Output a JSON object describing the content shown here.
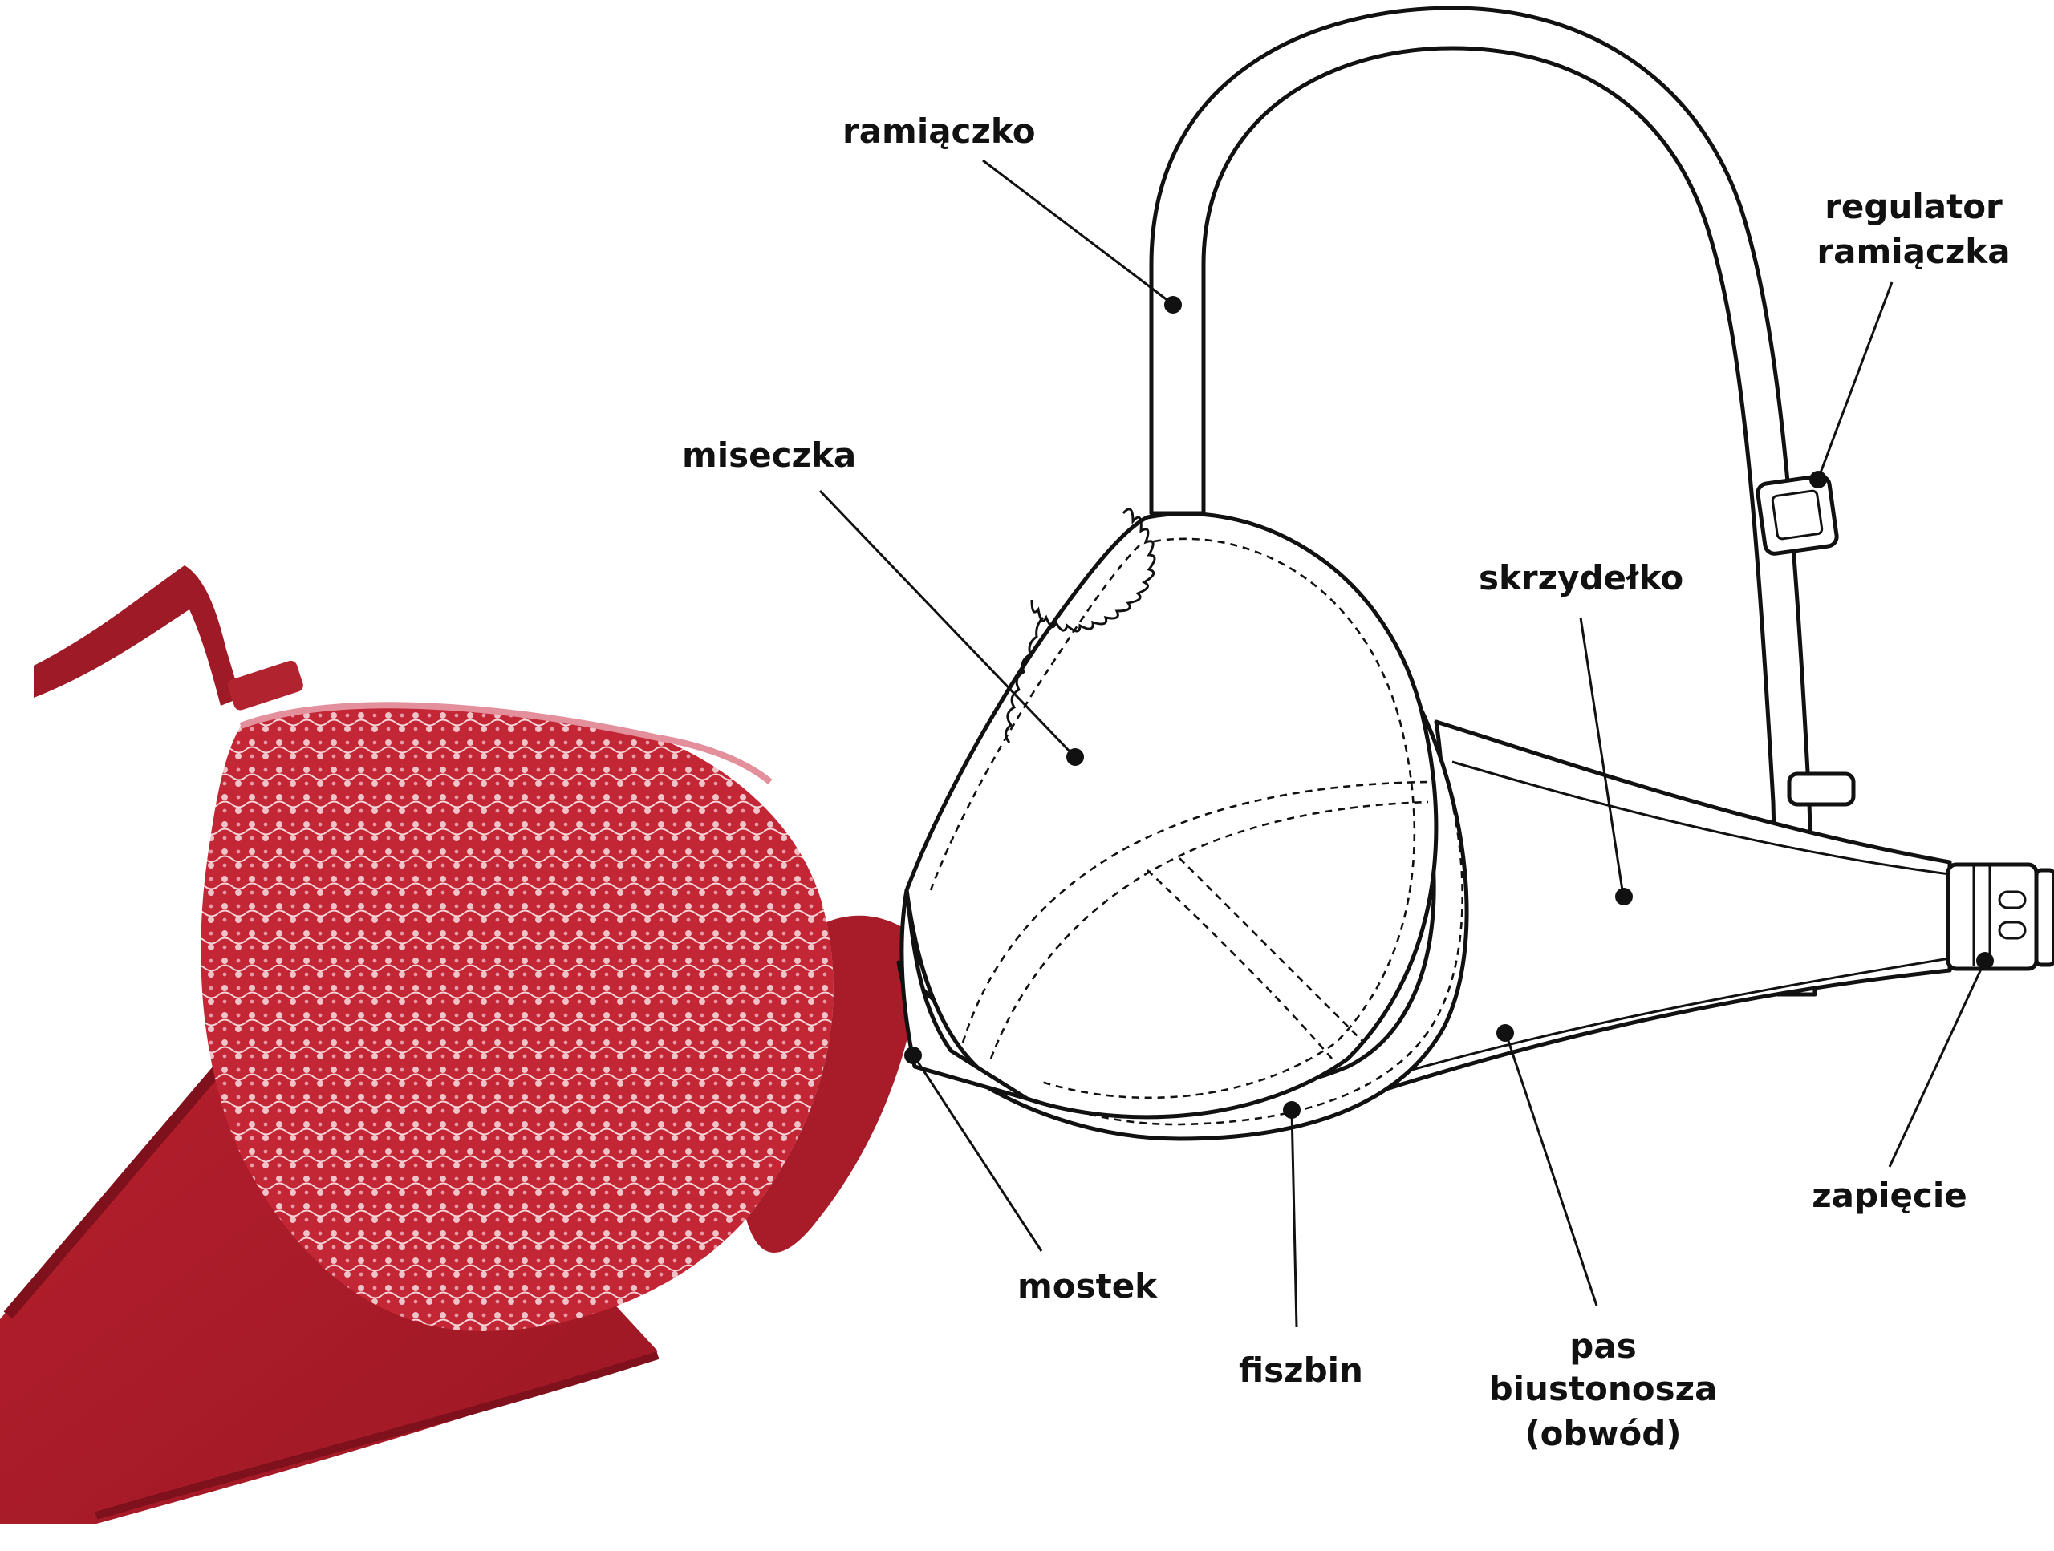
{
  "labels": {
    "strap": "ramiączko",
    "strap_adjuster_line1": "regulator",
    "strap_adjuster_line2": "ramiączka",
    "cup": "miseczka",
    "wing": "skrzydełko",
    "bridge": "mostek",
    "underwire": "fiszbin",
    "band_line1": "pas",
    "band_line2": "biustonosza",
    "band_line3": "(obwód)",
    "clasp": "zapięcie"
  },
  "colors": {
    "photo_red": "#b3202e",
    "photo_red_dark": "#8a1420",
    "lace_pink": "#e8a9b2",
    "line": "#111111",
    "background": "#ffffff"
  }
}
